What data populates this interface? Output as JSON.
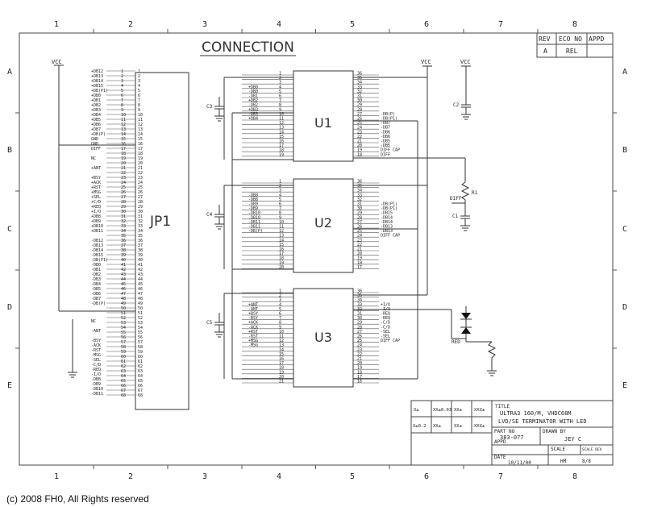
{
  "title": "CONNECTION",
  "column_labels": [
    "1",
    "2",
    "3",
    "4",
    "5",
    "6",
    "7",
    "8"
  ],
  "row_labels": [
    "A",
    "B",
    "C",
    "D",
    "E"
  ],
  "rev_block": {
    "headers": [
      "REV",
      "ECO NO",
      "APPD"
    ],
    "row": [
      "A",
      "REL",
      ""
    ]
  },
  "supply_label": "VCC",
  "chips": [
    {
      "ref": "U1"
    },
    {
      "ref": "U2"
    },
    {
      "ref": "U3"
    },
    {
      "ref": "JP1"
    }
  ],
  "jp1_left_signals": [
    "+DB12",
    "+DB13",
    "+DB14",
    "+DB15",
    "+DB(P1)",
    "+DB0",
    "+DB1",
    "+DB2",
    "+DB3",
    "+DB4",
    "+DB5",
    "+DB6",
    "+DB7",
    "+DB(P)",
    "GND",
    "GND",
    "DIFF",
    "",
    "NC",
    "",
    "+ANT",
    "",
    "+BSY",
    "+ACK",
    "+RST",
    "+MSG",
    "+SEL",
    "+C/D",
    "+REQ",
    "+I/O",
    "+DB8",
    "+DB9",
    "+DB10",
    "+DB11",
    "",
    "-DB12",
    "-DB13",
    "-DB14",
    "-DB15",
    "-DB(P1)",
    "-DB0",
    "-DB1",
    "-DB2",
    "-DB3",
    "-DB4",
    "-DB5",
    "-DB6",
    "-DB7",
    "-DB(P)"
  ],
  "jp1_lower_signals": [
    "NC",
    "",
    "-ANT",
    "",
    "-BSY",
    "-ACK",
    "-RST",
    "-MSG",
    "-SEL",
    "-C/D",
    "-REQ",
    "-I/O",
    "-DB8",
    "-DB9",
    "-DB10",
    "-DB11"
  ],
  "u1_left": [
    "+DB0",
    "-DB0",
    "-DB1",
    "+DB2",
    "-DB2",
    "+DB3",
    "-DB3",
    "+DB4"
  ],
  "u1_right": [
    "-DB(P)",
    "-DB(P1)",
    "-DB7",
    "-DB7",
    "-DB6",
    "-DB6",
    "-DB5",
    "-DB5",
    "DIFF CAP",
    "DIFF"
  ],
  "u2_left": [
    "-DB8",
    "-DB8",
    "-DB9",
    "-DB9",
    "-DB10",
    "-DB10",
    "-DB11",
    "-DB11",
    "-DB(P)"
  ],
  "u2_right": [
    "-DB(P1)",
    "-DB(P1)",
    "-DB15",
    "-DB14",
    "-DB14",
    "-DB13",
    "-DB13",
    "DIFF CAP"
  ],
  "u3_left": [
    "+ANT",
    "-ANT",
    "+BSY",
    "-BSY",
    "+ACK",
    "-ACK",
    "+RST",
    "-RST",
    "+MSG",
    "-MSG"
  ],
  "u3_right": [
    "+I/O",
    "-I/O",
    "-REQ",
    "-REQ",
    "-C/D",
    "-C/D",
    "-SEL",
    "-SEL",
    "DIFF CAP"
  ],
  "components": {
    "c1": "C1",
    "c2": "C2",
    "c3": "C3",
    "c4": "C4",
    "c5": "C5",
    "r1": "R1",
    "diff": "DIFF",
    "red": "RED"
  },
  "title_block": {
    "tol_headers": [
      "X±",
      "XX±0.03",
      "XX±",
      "XXX±",
      "X±0.2",
      "XX±",
      "XX±",
      "XXX±"
    ],
    "title_label": "TITLE",
    "title_line1": "ULTRA3 160/M, VHDC68M",
    "title_line2": "LVD/SE TERMINATOR WITH LED",
    "part_label": "PART NO",
    "part_no": "383-077",
    "drawn_label": "DRAWN BY",
    "drawn_by": "JEY C",
    "appd_label": "APPD",
    "scale_label": "SCALE",
    "scale_extra": "SCALE  REV",
    "date_label": "DATE",
    "date": "10/11/00",
    "hm": "HM",
    "sheet": "8/8"
  },
  "copyright": "(c) 2008 FH0, All Rights reserved"
}
